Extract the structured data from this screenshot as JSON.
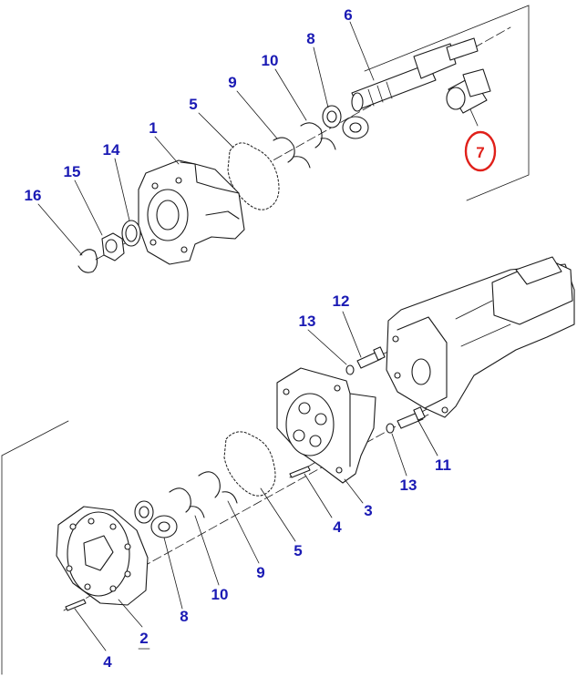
{
  "callouts": [
    {
      "id": "c6",
      "text": "6"
    },
    {
      "id": "c8a",
      "text": "8"
    },
    {
      "id": "c10a",
      "text": "10"
    },
    {
      "id": "c9a",
      "text": "9"
    },
    {
      "id": "c5a",
      "text": "5"
    },
    {
      "id": "c1",
      "text": "1"
    },
    {
      "id": "c14",
      "text": "14"
    },
    {
      "id": "c15",
      "text": "15"
    },
    {
      "id": "c16",
      "text": "16"
    },
    {
      "id": "c7",
      "text": "7"
    },
    {
      "id": "c12",
      "text": "12"
    },
    {
      "id": "c13a",
      "text": "13"
    },
    {
      "id": "c11",
      "text": "11"
    },
    {
      "id": "c13b",
      "text": "13"
    },
    {
      "id": "c3",
      "text": "3"
    },
    {
      "id": "c4a",
      "text": "4"
    },
    {
      "id": "c5b",
      "text": "5"
    },
    {
      "id": "c9b",
      "text": "9"
    },
    {
      "id": "c10b",
      "text": "10"
    },
    {
      "id": "c8b",
      "text": "8"
    },
    {
      "id": "c2",
      "text": "2"
    },
    {
      "id": "c4b",
      "text": "4"
    }
  ],
  "colors": {
    "label": "#1a1ab4",
    "highlight": "#e0201a",
    "line": "#1a1a1a"
  }
}
